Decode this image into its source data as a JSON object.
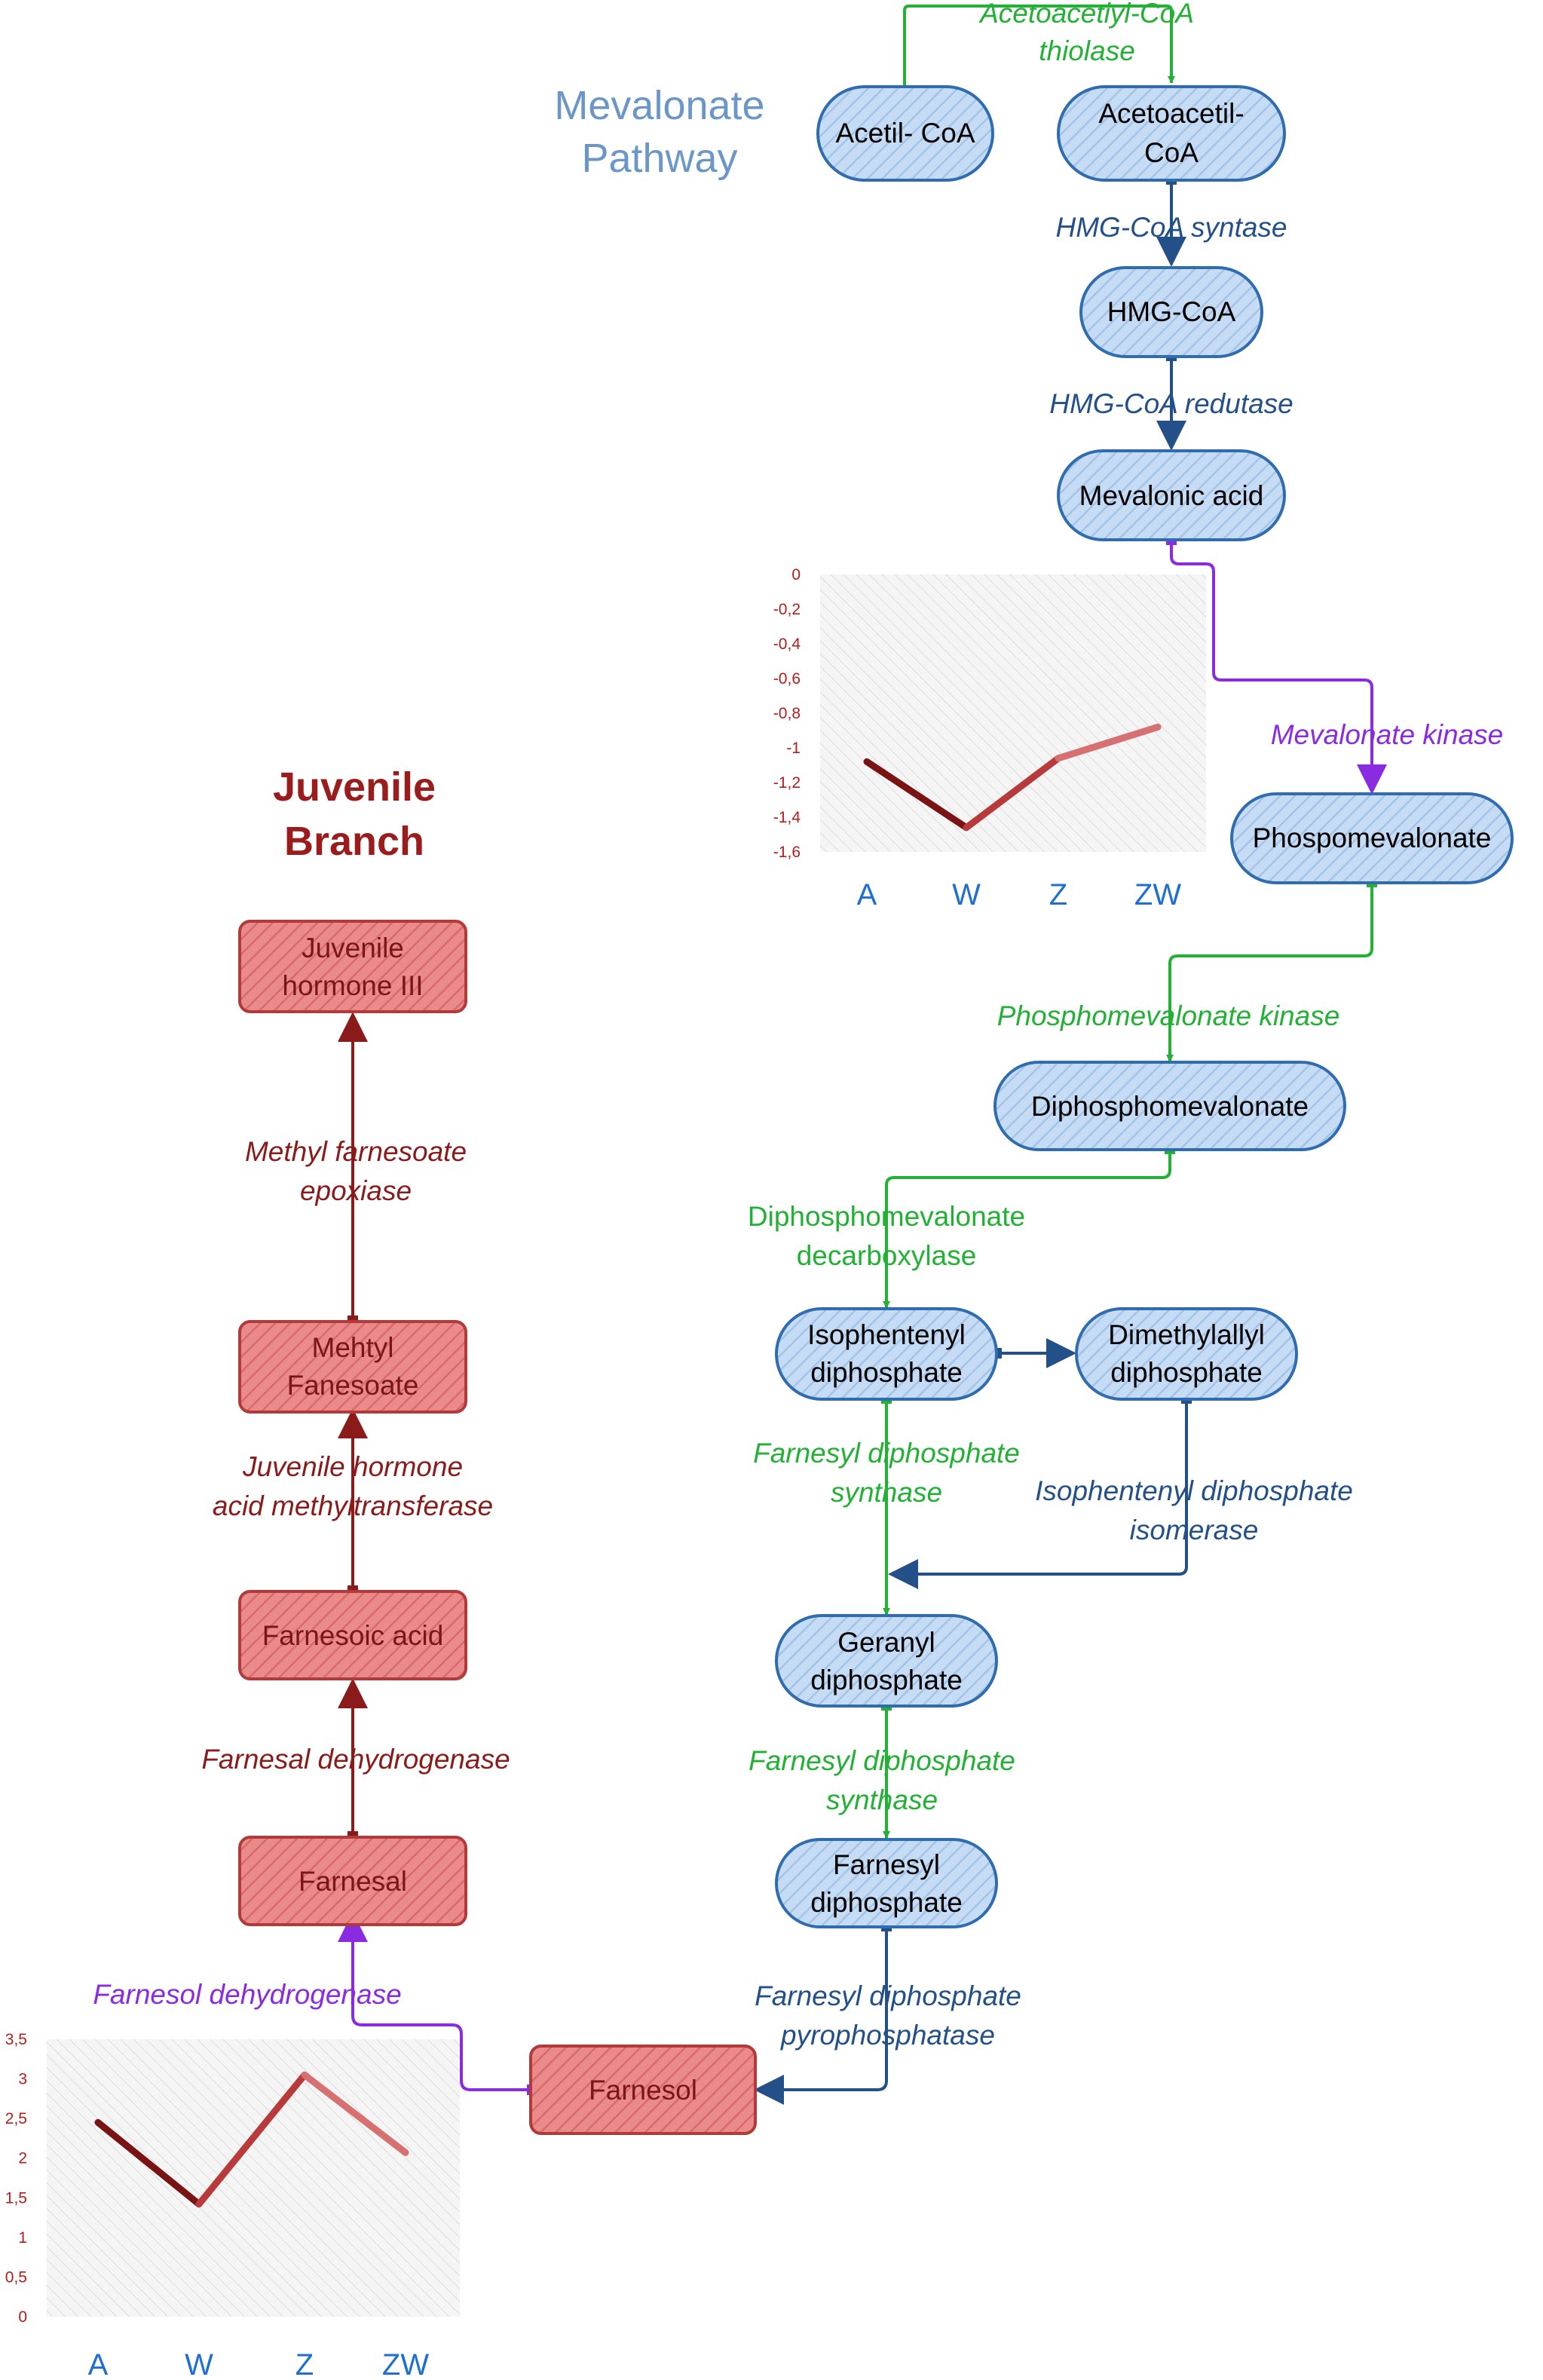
{
  "colors": {
    "blue_node_fill": "#bcd6f2",
    "blue_node_stroke": "#2f6db0",
    "red_node_fill": "#e57c7c",
    "red_node_stroke": "#b23a3a",
    "green": "#22b135",
    "purple": "#8a2be2",
    "navy": "#24508a",
    "darkred": "#8b1a1a",
    "title_blue": "#6a97c8",
    "title_red": "#9a1c1c"
  },
  "titles": {
    "mevalonate": [
      "Mevalonate",
      "Pathway"
    ],
    "juvenile": [
      "Juvenile",
      "Branch"
    ]
  },
  "nodes": {
    "acetil_coa": [
      "Acetil- CoA"
    ],
    "acetoacetil_coa": [
      "Acetoacetil-",
      "CoA"
    ],
    "hmg_coa": [
      "HMG-CoA"
    ],
    "mevalonic_acid": [
      "Mevalonic acid"
    ],
    "phospomevalonate": [
      "Phospomevalonate"
    ],
    "diphosphomevalonate": [
      "Diphosphomevalonate"
    ],
    "isophentenyl": [
      "Isophentenyl",
      "diphosphate"
    ],
    "dimethylallyl": [
      "Dimethylallyl",
      "diphosphate"
    ],
    "geranyl": [
      "Geranyl",
      "diphosphate"
    ],
    "farnesyl": [
      "Farnesyl",
      "diphosphate"
    ],
    "farnesol": [
      "Farnesol"
    ],
    "farnesal": [
      "Farnesal"
    ],
    "farnesoic_acid": [
      "Farnesoic acid"
    ],
    "mehtyl_fanesoate": [
      "Mehtyl",
      "Fanesoate"
    ],
    "juvenile_hormone": [
      "Juvenile",
      "hormone III"
    ]
  },
  "enzymes": {
    "thiolase": [
      "Acetoacetiyl-CoA",
      "thiolase"
    ],
    "hmg_syntase": [
      "HMG-CoA syntase"
    ],
    "hmg_redutase": [
      "HMG-CoA redutase"
    ],
    "mevalonate_kinase": [
      "Mevalonate kinase"
    ],
    "phosphomevalonate_kinase": [
      "Phosphomevalonate kinase"
    ],
    "decarboxylase": [
      "Diphosphomevalonate",
      "decarboxylase"
    ],
    "fds_1": [
      "Farnesyl diphosphate",
      "synthase"
    ],
    "isomerase": [
      "Isophentenyl diphosphate",
      "isomerase"
    ],
    "fds_2": [
      "Farnesyl diphosphate",
      "synthase"
    ],
    "pyrophosphatase": [
      "Farnesyl diphosphate",
      "pyrophosphatase"
    ],
    "farnesol_dehydrogenase": [
      "Farnesol dehydrogenase"
    ],
    "farnesal_dehydrogenase": [
      "Farnesal dehydrogenase"
    ],
    "methyltransferase": [
      "Juvenile hormone",
      "acid methyltransferase"
    ],
    "epoxiase": [
      "Methyl farnesoate",
      "epoxiase"
    ]
  },
  "chart_data": [
    {
      "type": "line",
      "categories": [
        "A",
        "W",
        "Z",
        "ZW"
      ],
      "values": [
        -1.08,
        -1.46,
        -1.06,
        -0.88
      ],
      "ylim": [
        -1.6,
        0
      ],
      "yticks": [
        "0",
        "-0,2",
        "-0,4",
        "-0,6",
        "-0,8",
        "-1",
        "-1,2",
        "-1,4",
        "-1,6"
      ],
      "grid": false,
      "legend": "none"
    },
    {
      "type": "line",
      "categories": [
        "A",
        "W",
        "Z",
        "ZW"
      ],
      "values": [
        2.45,
        1.42,
        3.05,
        2.07
      ],
      "ylim": [
        0,
        3.5
      ],
      "yticks": [
        "3,5",
        "3",
        "2,5",
        "2",
        "1,5",
        "1",
        "0,5",
        "0"
      ],
      "grid": false,
      "legend": "none"
    }
  ]
}
